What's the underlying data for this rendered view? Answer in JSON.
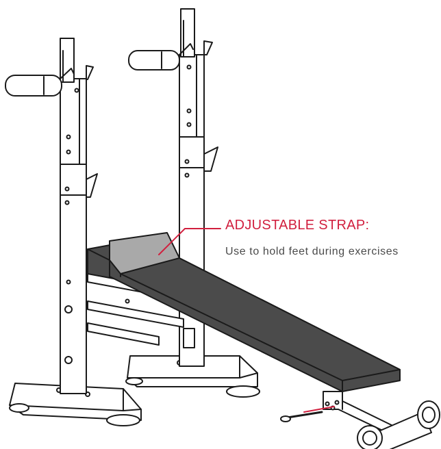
{
  "callout": {
    "title": "ADJUSTABLE STRAP:",
    "description": "Use to hold feet during exercises"
  },
  "colors": {
    "accent": "#d11f3e",
    "line": "#1a1a1a",
    "bench_top": "#4b4b4b",
    "strap": "#a9a9a9",
    "text": "#4a4a4a"
  },
  "parts": {
    "uprights": 2,
    "hole_icon": "circle-hole",
    "pin_icon": "pull-pin"
  }
}
